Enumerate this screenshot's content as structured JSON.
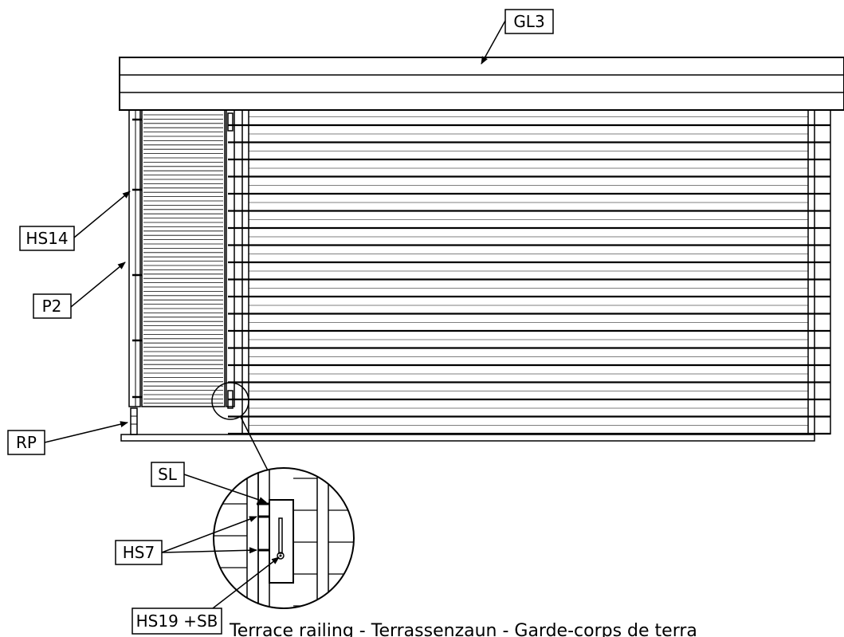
{
  "labels": {
    "gl3": "GL3",
    "hs14": "HS14",
    "p2": "P2",
    "rp": "RP",
    "sl": "SL",
    "hs7": "HS7",
    "hs19": "HS19 +SB"
  },
  "caption": "Terrace railing - Terrassenzaun - Garde-corps de terra",
  "colors": {
    "ink": "#000000",
    "paper": "#ffffff"
  }
}
